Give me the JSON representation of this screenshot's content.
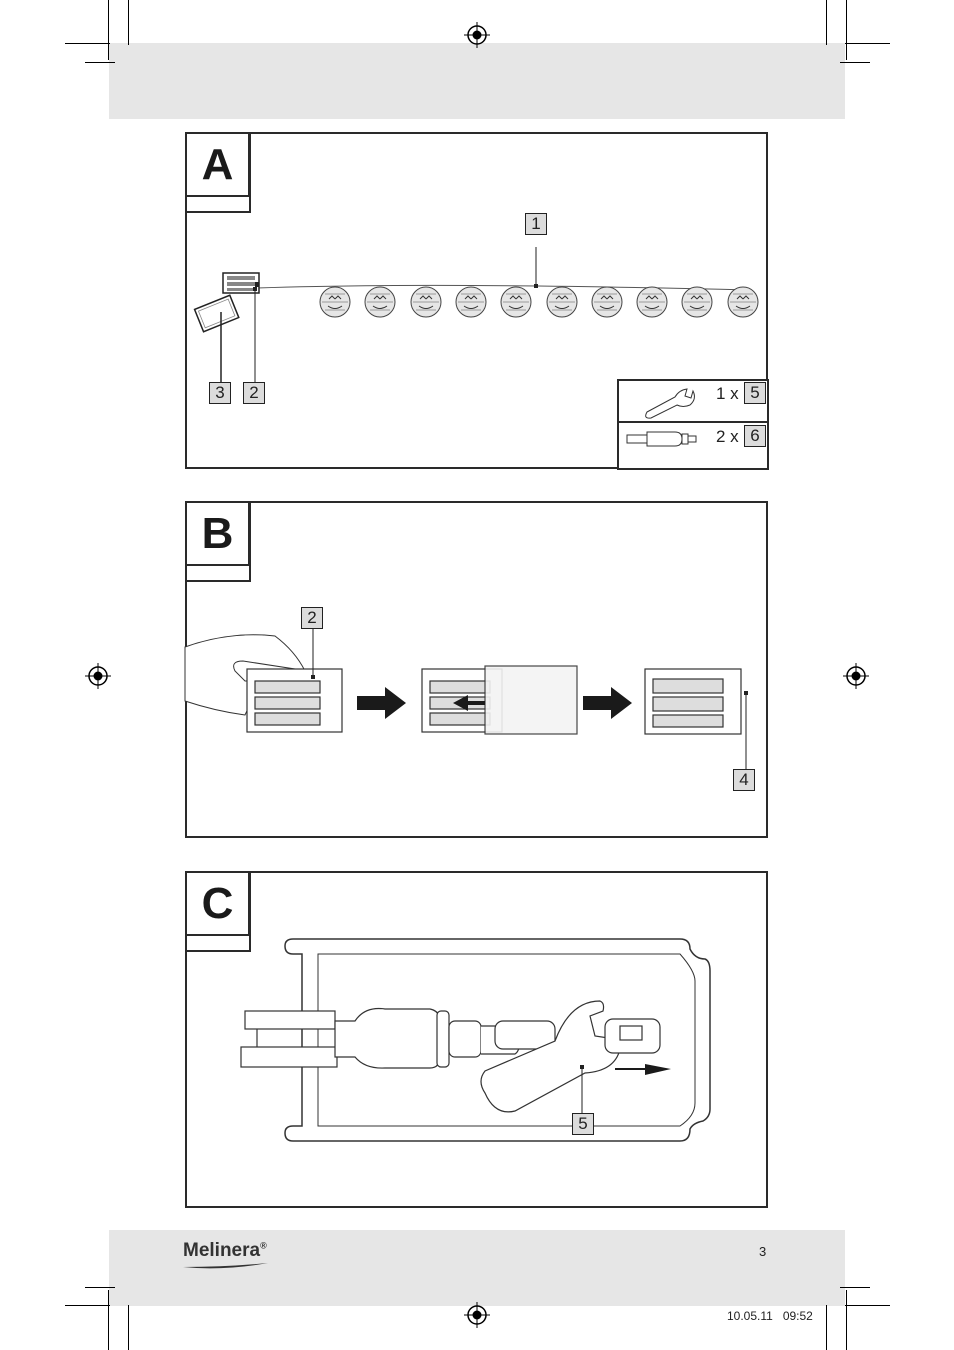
{
  "panels": {
    "a": {
      "letter": "A"
    },
    "b": {
      "letter": "B"
    },
    "c": {
      "letter": "C"
    }
  },
  "callouts": {
    "a_string_lights": "1",
    "a_battery_box": "2",
    "a_battery_cover": "3",
    "a_wrench": "5",
    "a_adapter": "6",
    "b_battery_box": "2",
    "b_switch": "4",
    "c_wrench": "5"
  },
  "quantities": {
    "wrench": "1 x",
    "adapter": "2 x"
  },
  "footer": {
    "brand": "Melinera",
    "brand_mark": "®",
    "page_number": "3",
    "print_stamp": "10.05.11   09:52"
  }
}
